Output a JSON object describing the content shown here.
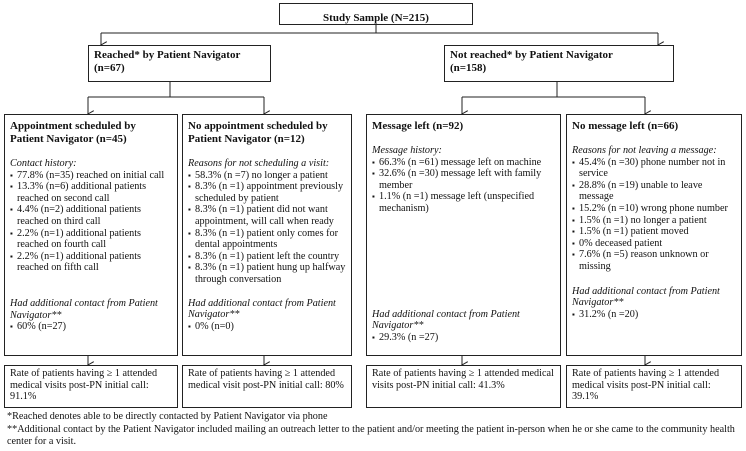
{
  "root": {
    "label": "Study Sample (N=215)"
  },
  "groups": [
    {
      "title_line1": "Reached* by Patient Navigator",
      "title_line2": "(n=67)"
    },
    {
      "title_line1": "Not reached* by Patient Navigator",
      "title_line2": "(n=158)"
    }
  ],
  "subgroups": [
    {
      "title_line1": "Appointment scheduled by",
      "title_line2": "Patient Navigator (n=45)",
      "history_heading": "Contact history:",
      "items": [
        "77.8% (n=35) reached on initial call",
        "13.3% (n=6) additional patients reached on second call",
        "4.4% (n=2) additional patients reached on third call",
        "2.2% (n=1) additional patients reached on fourth call",
        "2.2% (n=1) additional patients reached on fifth call"
      ],
      "additional_heading": "Had additional contact from Patient Navigator**",
      "additional_items": [
        "60% (n=27)"
      ],
      "rate": "Rate of patients having ≥ 1 attended medical visits post-PN initial call: 91.1%"
    },
    {
      "title_line1": "No appointment scheduled by",
      "title_line2": "Patient Navigator (n=12)",
      "history_heading": "Reasons for not scheduling a visit:",
      "items": [
        "58.3% (n =7) no longer a patient",
        "8.3% (n =1) appointment previously scheduled by patient",
        "8.3% (n =1) patient did not want appointment, will call when ready",
        "8.3% (n =1) patient only comes for dental appointments",
        "8.3% (n =1) patient left the country",
        "8.3% (n =1) patient hung up halfway through conversation"
      ],
      "additional_heading": "Had additional contact from Patient Navigator**",
      "additional_items": [
        "0% (n=0)"
      ],
      "rate": "Rate of patients having ≥ 1 attended medical visit post-PN initial call: 80%"
    },
    {
      "title_line1": "Message left (n=92)",
      "title_line2": "",
      "history_heading": "Message history:",
      "items": [
        "66.3% (n =61) message left on machine",
        "32.6% (n =30) message left with family member",
        "1.1% (n =1) message left (unspecified mechanism)"
      ],
      "additional_heading": "Had additional contact from Patient Navigator**",
      "additional_items": [
        "29.3% (n =27)"
      ],
      "rate": "Rate of patients having ≥ 1 attended medical visits post-PN initial call: 41.3%"
    },
    {
      "title_line1": "No message left (n=66)",
      "title_line2": "",
      "history_heading": "Reasons for not leaving a message:",
      "items": [
        "45.4% (n =30) phone number not in service",
        "28.8% (n =19) unable to leave message",
        "15.2% (n =10) wrong phone number",
        "1.5% (n =1) no longer a patient",
        "1.5% (n =1) patient moved",
        "0% deceased patient",
        "7.6% (n =5) reason unknown or missing"
      ],
      "additional_heading": "Had additional contact from Patient Navigator**",
      "additional_items": [
        "31.2% (n =20)"
      ],
      "rate": "Rate of patients having ≥ 1 attended medical visits post-PN initial call: 39.1%"
    }
  ],
  "footnotes": [
    "*Reached denotes able to be directly contacted by Patient Navigator via phone",
    "**Additional contact by the Patient Navigator included mailing an outreach letter to the patient and/or meeting the patient in-person when he or she came to the community health center for a visit."
  ]
}
